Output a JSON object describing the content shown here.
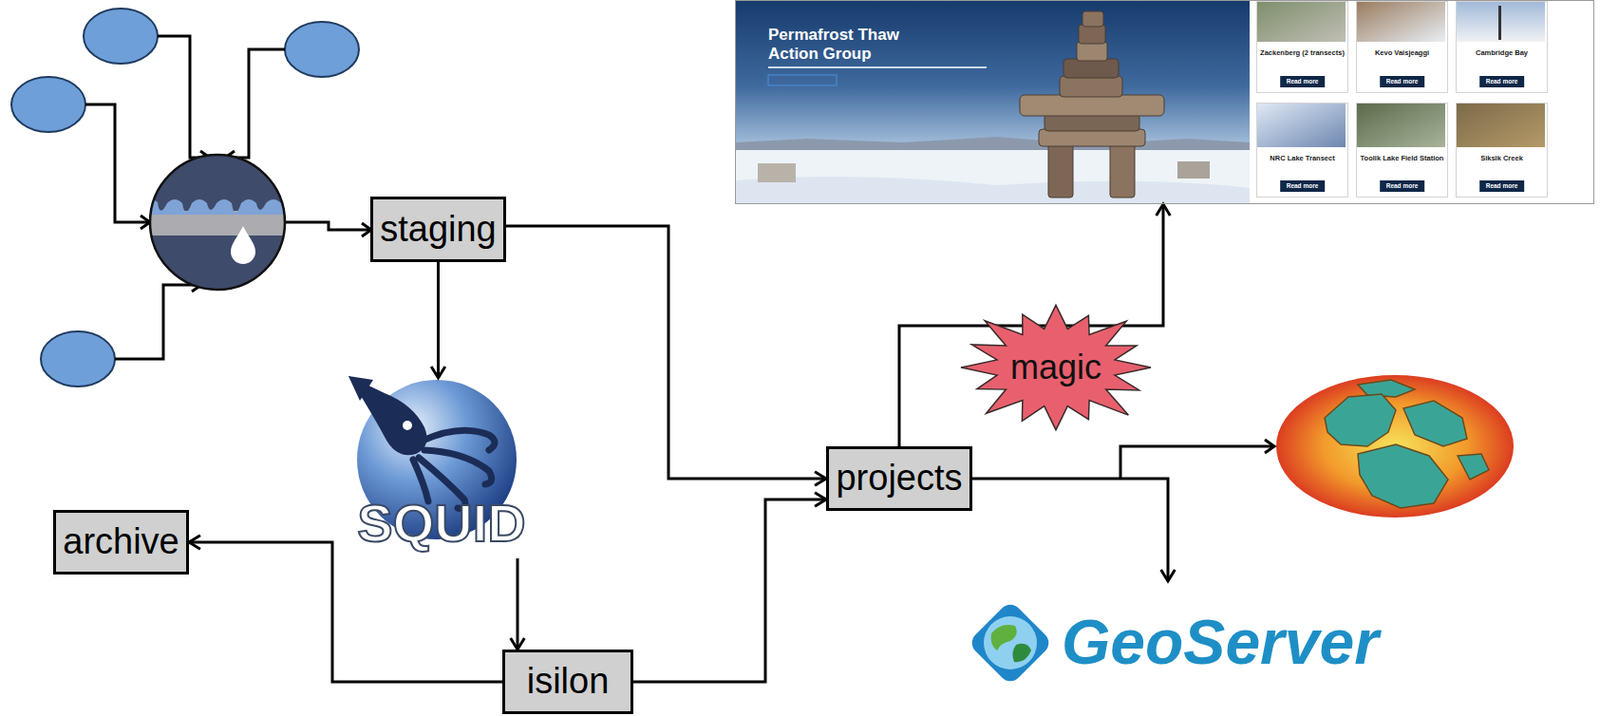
{
  "diagram": {
    "nodes": [
      {
        "text": [
          "Permafrost Thaw Action Group"
        ]
      },
      {
        "text": [
          "Zackenberg (2 transects)",
          "Read more"
        ],
        "in": 0
      },
      {
        "text": [
          "Kevo Vaisjeaggi",
          "Read more"
        ],
        "in": 0
      },
      {
        "text": [
          "Cambridge Bay",
          "Read more"
        ],
        "in": 0
      },
      {
        "text": [
          "NRC Lake Transect",
          "Read more"
        ],
        "in": 0
      },
      {
        "text": [
          "Toolik Lake Field Station",
          "Read more"
        ],
        "in": 0
      },
      {
        "text": [
          "Siksik Creek",
          "Read more"
        ],
        "in": 0
      },
      {
        "text": [
          "staging"
        ]
      },
      {
        "text": [
          "SQUID"
        ]
      },
      {
        "text": [
          "projects"
        ]
      },
      {
        "text": [
          "archive"
        ]
      },
      {
        "text": [
          "GeoServer"
        ]
      },
      {
        "text": [
          "isilon"
        ]
      }
    ],
    "edges": [
      {
        "from": 7,
        "to": 8,
        "arrow": "to"
      },
      {
        "from": 7,
        "to": 9,
        "arrow": "to"
      },
      {
        "from": 8,
        "to": 12,
        "arrow": "to"
      },
      {
        "from": 12,
        "to": 10,
        "arrow": "to"
      },
      {
        "from": 12,
        "to": 9,
        "arrow": "to"
      },
      {
        "from": 9,
        "to": 0,
        "label": "magic",
        "arrow": "to"
      },
      {
        "from": 9,
        "to": 11,
        "arrow": "to"
      }
    ]
  }
}
